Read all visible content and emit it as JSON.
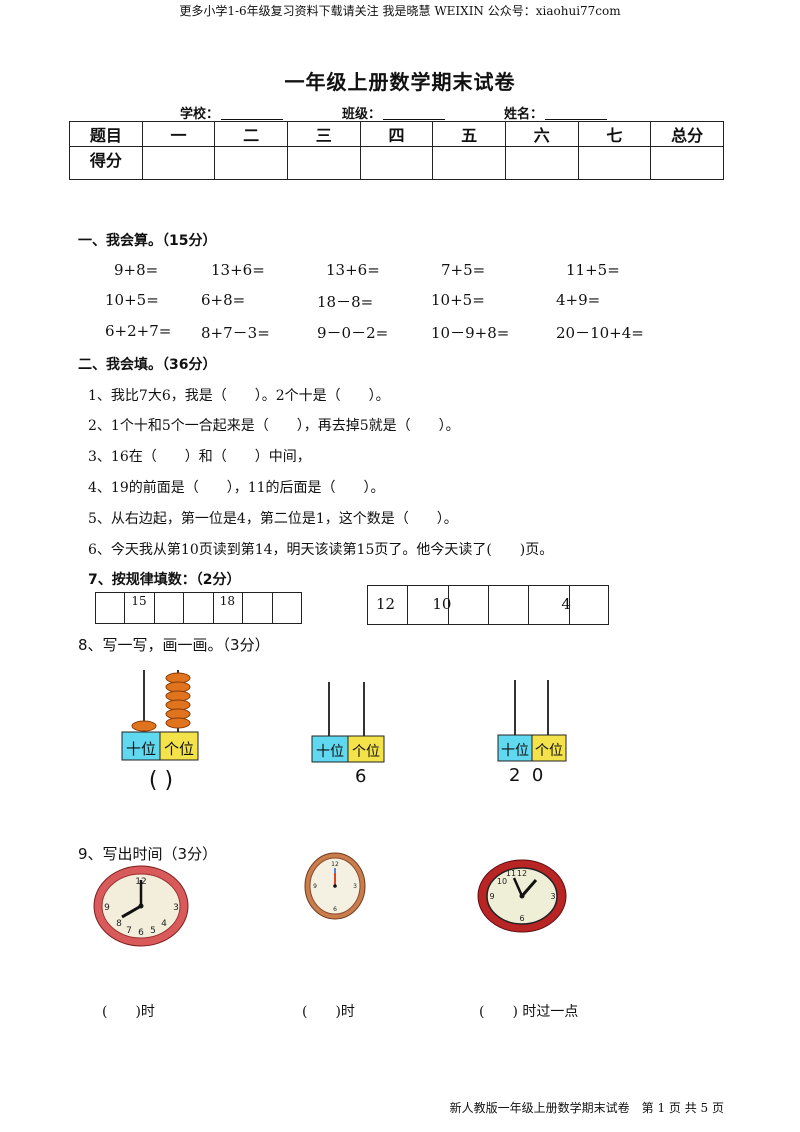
{
  "header_note": "更多小学1-6年级复习资料下载请关注 我是晓慧 WEIXIN 公众号：xiaohui77com",
  "title": "一年级上册数学期末试卷",
  "info": {
    "school": "学校：",
    "class": "班级：",
    "name": "姓名："
  },
  "score_table": {
    "row1": [
      "题目",
      "一",
      "二",
      "三",
      "四",
      "五",
      "六",
      "七",
      "总分"
    ],
    "row2_label": "得分"
  },
  "section1": {
    "title": "一、我会算。（15分）",
    "rows": [
      [
        "9+8=",
        "13+6=",
        "13+6=",
        "7+5=",
        "11+5="
      ],
      [
        "10+5=",
        "6+8=",
        "18－8=",
        "10+5=",
        "4+9="
      ],
      [
        "6+2+7=",
        "8+7－3=",
        "9－0－2=",
        "10－9+8=",
        "20－10+4="
      ]
    ]
  },
  "section2": {
    "title": "二、我会填。（36分）",
    "questions": [
      "1、我比7大6，我是（　　）。2个十是（　　）。",
      "2、1个十和5个一合起来是（　　），再去掉5就是（　　）。",
      "3、16在（　　）和（　　）中间，",
      "4、19的前面是（　　），11的后面是（　　）。",
      "5、从右边起，第一位是4，第二位是1，这个数是（　　）。",
      "6、今天我从第10页读到第14，明天该读第15页了。他今天读了(　　)页。"
    ],
    "q7_title": "7、按规律填数：（2分）",
    "seq1": [
      "",
      "15",
      "",
      "",
      "18",
      "",
      ""
    ],
    "seq2": [
      "12",
      "10",
      "",
      "",
      "4",
      ""
    ],
    "q8_title": "8、写一写，画一画。（3分）",
    "abacus_labels": {
      "tens": "十位",
      "ones": "个位"
    },
    "abacus_answers": [
      "(    )",
      "6",
      "2  0"
    ],
    "q9_title": "9、写出时间（3分）",
    "clock_answers": [
      "(　　)时",
      "(　　)时",
      "(　　) 时过一点"
    ]
  },
  "footer": "新人教版一年级上册数学期末试卷　第 1 页 共 5 页",
  "colors": {
    "tens_bg": "#5fd8f0",
    "ones_bg": "#f4e24a",
    "bead": "#e0731e",
    "clock_rim": "#c0392b"
  }
}
